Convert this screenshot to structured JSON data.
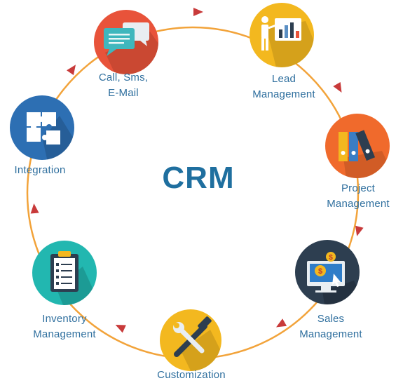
{
  "center_title": "CRM",
  "colors": {
    "ring": "#f2a33a",
    "arrow": "#c83a3a",
    "label": "#2f6f9e",
    "title": "#1f6f9f"
  },
  "nodes": [
    {
      "id": "call",
      "line1": "Call, Sms,",
      "line2": "E-Mail",
      "icon": "chat-bubbles-icon",
      "color": "#e8533a"
    },
    {
      "id": "lead",
      "line1": "Lead",
      "line2": "Management",
      "icon": "presenter-chart-icon",
      "color": "#f3b81f"
    },
    {
      "id": "project",
      "line1": "Project",
      "line2": "Management",
      "icon": "binders-icon",
      "color": "#f06a2c"
    },
    {
      "id": "sales",
      "line1": "Sales",
      "line2": "Management",
      "icon": "computer-dollar-icon",
      "color": "#2d3e50"
    },
    {
      "id": "custom",
      "line1": "Customization",
      "line2": "",
      "icon": "wrench-hammer-icon",
      "color": "#f3b81f"
    },
    {
      "id": "inventory",
      "line1": "Inventory",
      "line2": "Management",
      "icon": "clipboard-checklist-icon",
      "color": "#22b7b0"
    },
    {
      "id": "integration",
      "line1": "Integration",
      "line2": "",
      "icon": "puzzle-icon",
      "color": "#2d6fb3"
    }
  ]
}
